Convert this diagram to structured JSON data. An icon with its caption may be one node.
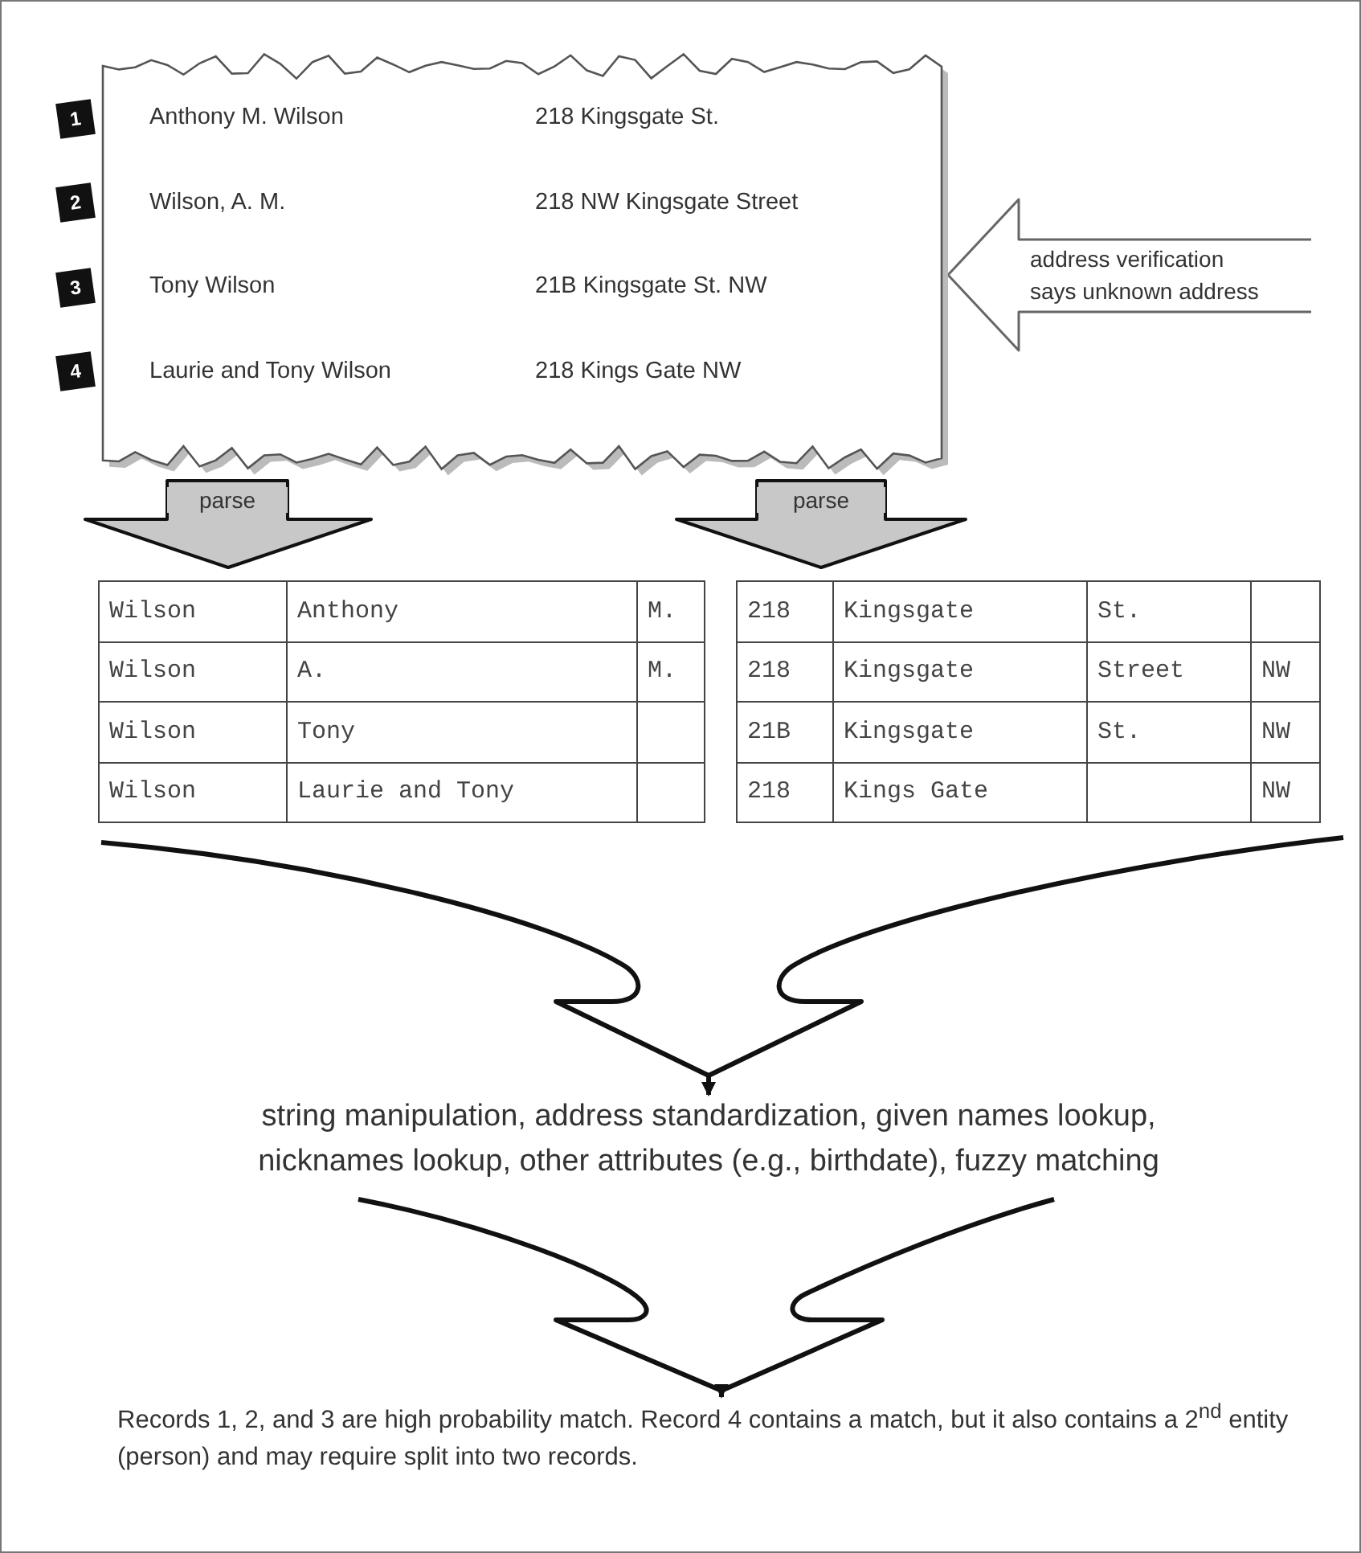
{
  "diagram": {
    "nodes": [
      {
        "text": [
          "Anthony M. Wilson",
          "218 Kingsgate St.",
          "Wilson, A. M.",
          "218 NW Kingsgate Street",
          "Tony Wilson",
          "21B Kingsgate St. NW",
          "Laurie and Tony Wilson",
          "218 Kings Gate NW"
        ]
      },
      {
        "text": [
          "1"
        ]
      },
      {
        "text": [
          "2"
        ]
      },
      {
        "text": [
          "3"
        ]
      },
      {
        "text": [
          "4"
        ]
      },
      {
        "text": [
          "Wilson",
          "Anthony",
          "M.",
          "Wilson",
          "A.",
          "M.",
          "Wilson",
          "Tony",
          "Wilson",
          "Laurie and Tony"
        ]
      },
      {
        "text": [
          "218",
          "Kingsgate",
          "St.",
          "218",
          "Kingsgate",
          "Street",
          "NW",
          "21B",
          "Kingsgate",
          "St.",
          "NW",
          "218",
          "Kings Gate",
          "NW"
        ]
      },
      {
        "text": [
          "string manipulation, address standardization, given names lookup, nicknames lookup, other attributes (e.g., birthdate), fuzzy matching"
        ]
      },
      {
        "text": [
          "Records 1, 2, and 3 are high probability match. Record 4 contains a match, but it also contains a 2$^{nd}$ entity (person) and may require split into two records."
        ]
      }
    ],
    "edges": [
      {
        "from": 0,
        "to": 5,
        "label": "parse",
        "arrow": "to"
      },
      {
        "from": 0,
        "to": 6,
        "label": "parse",
        "arrow": "to"
      },
      {
        "from": 5,
        "to": 7,
        "arrow": "to"
      },
      {
        "from": 6,
        "to": 7,
        "arrow": "to"
      },
      {
        "from": 7,
        "to": 8,
        "arrow": "to"
      },
      {
        "from": null,
        "to": 0,
        "label": "address verification says unknown address",
        "arrow": "to"
      }
    ]
  }
}
